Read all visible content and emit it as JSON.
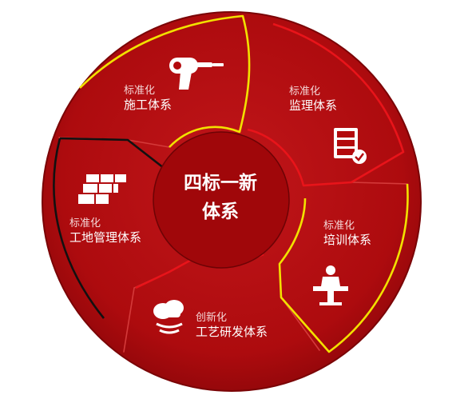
{
  "center": {
    "line1": "四标一新",
    "line2": "体系"
  },
  "segments": [
    {
      "id": "construction",
      "sub": "标准化",
      "main": "施工体系",
      "icon": "drill-icon"
    },
    {
      "id": "supervision",
      "sub": "标准化",
      "main": "监理体系",
      "icon": "file-cabinet-check-icon"
    },
    {
      "id": "training",
      "sub": "标准化",
      "main": "培训体系",
      "icon": "lectern-speaker-icon"
    },
    {
      "id": "rnd",
      "sub": "创新化",
      "main": "工艺研发体系",
      "icon": "cloud-signal-icon"
    },
    {
      "id": "site",
      "sub": "标准化",
      "main": "工地管理体系",
      "icon": "building-blocks-icon"
    }
  ],
  "colors": {
    "disc": "#b30a0d",
    "disc_dark": "#8e0608",
    "hub": "#a0070a",
    "accent_yellow": "#f2e100",
    "accent_red": "#e8141a",
    "accent_black": "#111111"
  }
}
